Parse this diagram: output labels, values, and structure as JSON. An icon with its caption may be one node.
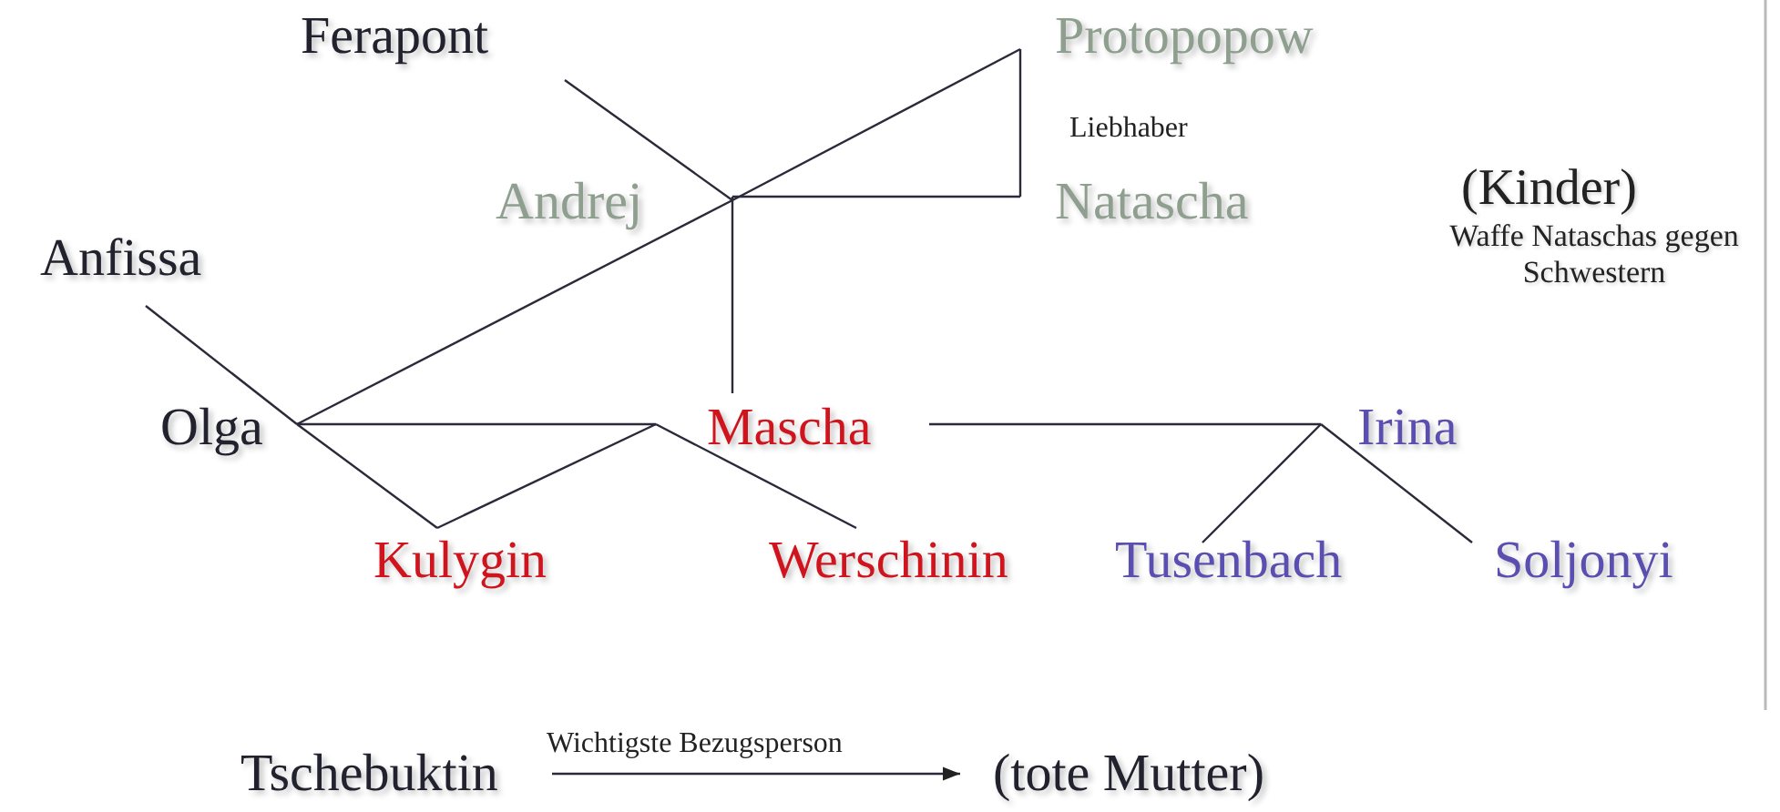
{
  "diagram": {
    "nodes": [
      {
        "text": [
          "Ferapont"
        ]
      },
      {
        "text": [
          "Protopopow"
        ]
      },
      {
        "text": [
          "Andrej"
        ]
      },
      {
        "text": [
          "Natascha"
        ]
      },
      {
        "text": [
          "Anfissa"
        ]
      },
      {
        "text": [
          "Olga"
        ]
      },
      {
        "text": [
          "Mascha"
        ]
      },
      {
        "text": [
          "Irina"
        ]
      },
      {
        "text": [
          "Kulygin"
        ]
      },
      {
        "text": [
          "Werschinin"
        ]
      },
      {
        "text": [
          "Tusenbach"
        ]
      },
      {
        "text": [
          "Soljonyi"
        ]
      },
      {
        "text": [
          "Tschebuktin"
        ]
      },
      {
        "text": [
          "(tote Mutter)"
        ]
      }
    ],
    "edges": [
      {
        "from": 0,
        "to": 2,
        "arrow": "none"
      },
      {
        "from": 5,
        "to": 2,
        "arrow": "none"
      },
      {
        "from": 2,
        "to": 1,
        "arrow": "none"
      },
      {
        "from": 1,
        "to": 3,
        "arrow": "none",
        "label": "Liebhaber"
      },
      {
        "from": 2,
        "to": 3,
        "arrow": "none"
      },
      {
        "from": 2,
        "to": 6,
        "arrow": "none"
      },
      {
        "from": 4,
        "to": 5,
        "arrow": "none"
      },
      {
        "from": 5,
        "to": 6,
        "arrow": "none"
      },
      {
        "from": 5,
        "to": 8,
        "arrow": "none"
      },
      {
        "from": 6,
        "to": 8,
        "arrow": "none"
      },
      {
        "from": 6,
        "to": 9,
        "arrow": "none"
      },
      {
        "from": 6,
        "to": 7,
        "arrow": "none"
      },
      {
        "from": 7,
        "to": 10,
        "arrow": "none"
      },
      {
        "from": 7,
        "to": 11,
        "arrow": "none"
      },
      {
        "from": 12,
        "to": 13,
        "arrow": "to",
        "label": "Wichtigste Bezugsperson"
      }
    ],
    "labels": [
      "(Kinder)",
      "Waffe Nataschas gegen Schwestern"
    ]
  }
}
